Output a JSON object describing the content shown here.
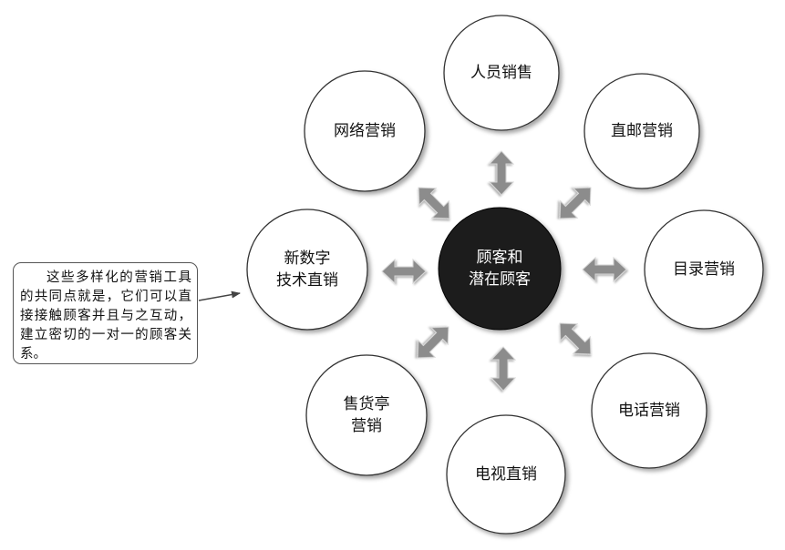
{
  "hub": {
    "label": "顾客和\n潜在顾客"
  },
  "channels": [
    {
      "key": "personal-selling",
      "label": "人员销售"
    },
    {
      "key": "direct-mail",
      "label": "直邮营销"
    },
    {
      "key": "catalog",
      "label": "目录营销"
    },
    {
      "key": "telephone",
      "label": "电话营销"
    },
    {
      "key": "tv-direct",
      "label": "电视直销"
    },
    {
      "key": "kiosk",
      "label": "售货亭\n营销"
    },
    {
      "key": "new-digital",
      "label": "新数字\n技术直销"
    },
    {
      "key": "online",
      "label": "网络营销"
    }
  ],
  "callout": {
    "text": "这些多样化的营销工具的共同点就是，它们可以直接接触顾客并且与之互动，建立密切的一对一的顾客关系。"
  },
  "colors": {
    "hub_fill": "#1e1e1e",
    "circle_stroke": "#333333",
    "arrow_fill": "#8c8c8c",
    "arrow_edge": "#d6d6d6"
  }
}
